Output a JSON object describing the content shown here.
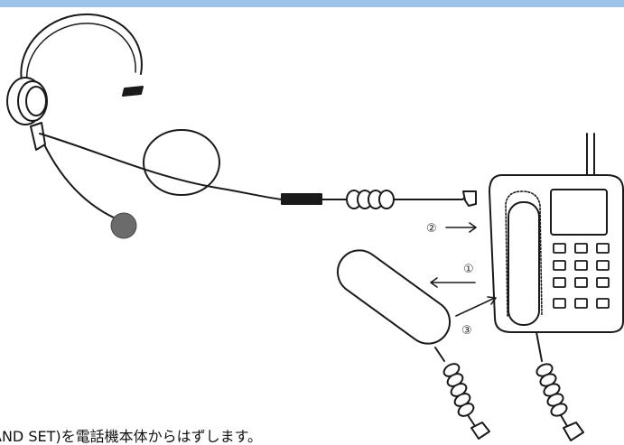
{
  "colors": {
    "top_bar": "#9ec3ea",
    "line": "#1a1a1a",
    "mic_ball": "#6b6b6b"
  },
  "labels": {
    "step1": "①",
    "step2": "②",
    "step3": "③"
  },
  "caption": "AND SET)を電話機本体からはずします。"
}
